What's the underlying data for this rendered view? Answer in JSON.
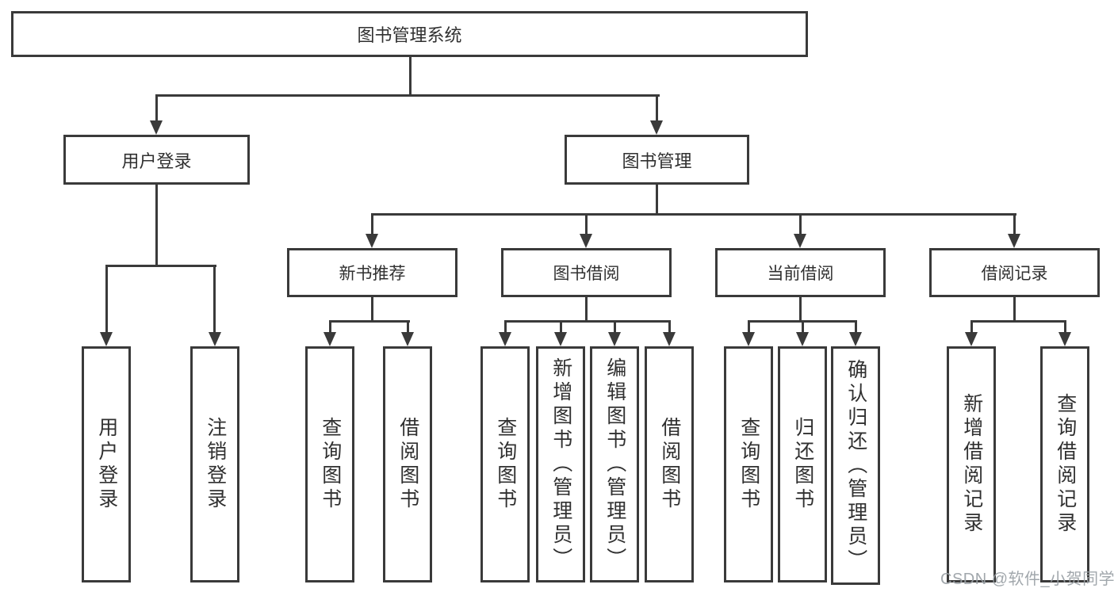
{
  "diagram_type": "tree",
  "root": {
    "label": "图书管理系统"
  },
  "branches": {
    "user_login": {
      "label": "用户登录",
      "children": [
        {
          "label": "用户登录"
        },
        {
          "label": "注销登录"
        }
      ]
    },
    "book_management": {
      "label": "图书管理",
      "sections": [
        {
          "label": "新书推荐",
          "children": [
            {
              "label": "查询图书"
            },
            {
              "label": "借阅图书"
            }
          ]
        },
        {
          "label": "图书借阅",
          "children": [
            {
              "label": "查询图书"
            },
            {
              "label": "新增图书（管理员）"
            },
            {
              "label": "编辑图书（管理员）"
            },
            {
              "label": "借阅图书"
            }
          ]
        },
        {
          "label": "当前借阅",
          "children": [
            {
              "label": "查询图书"
            },
            {
              "label": "归还图书"
            },
            {
              "label": "确认归还（管理员）"
            }
          ]
        },
        {
          "label": "借阅记录",
          "children": [
            {
              "label": "新增借阅记录"
            },
            {
              "label": "查询借阅记录"
            }
          ]
        }
      ]
    }
  },
  "watermark": {
    "text": "CSDN @软件_小贺同学"
  },
  "colors": {
    "line": "#3a3a3a",
    "text": "#303030",
    "background": "#ffffff",
    "watermark": "#9aa0a5"
  }
}
